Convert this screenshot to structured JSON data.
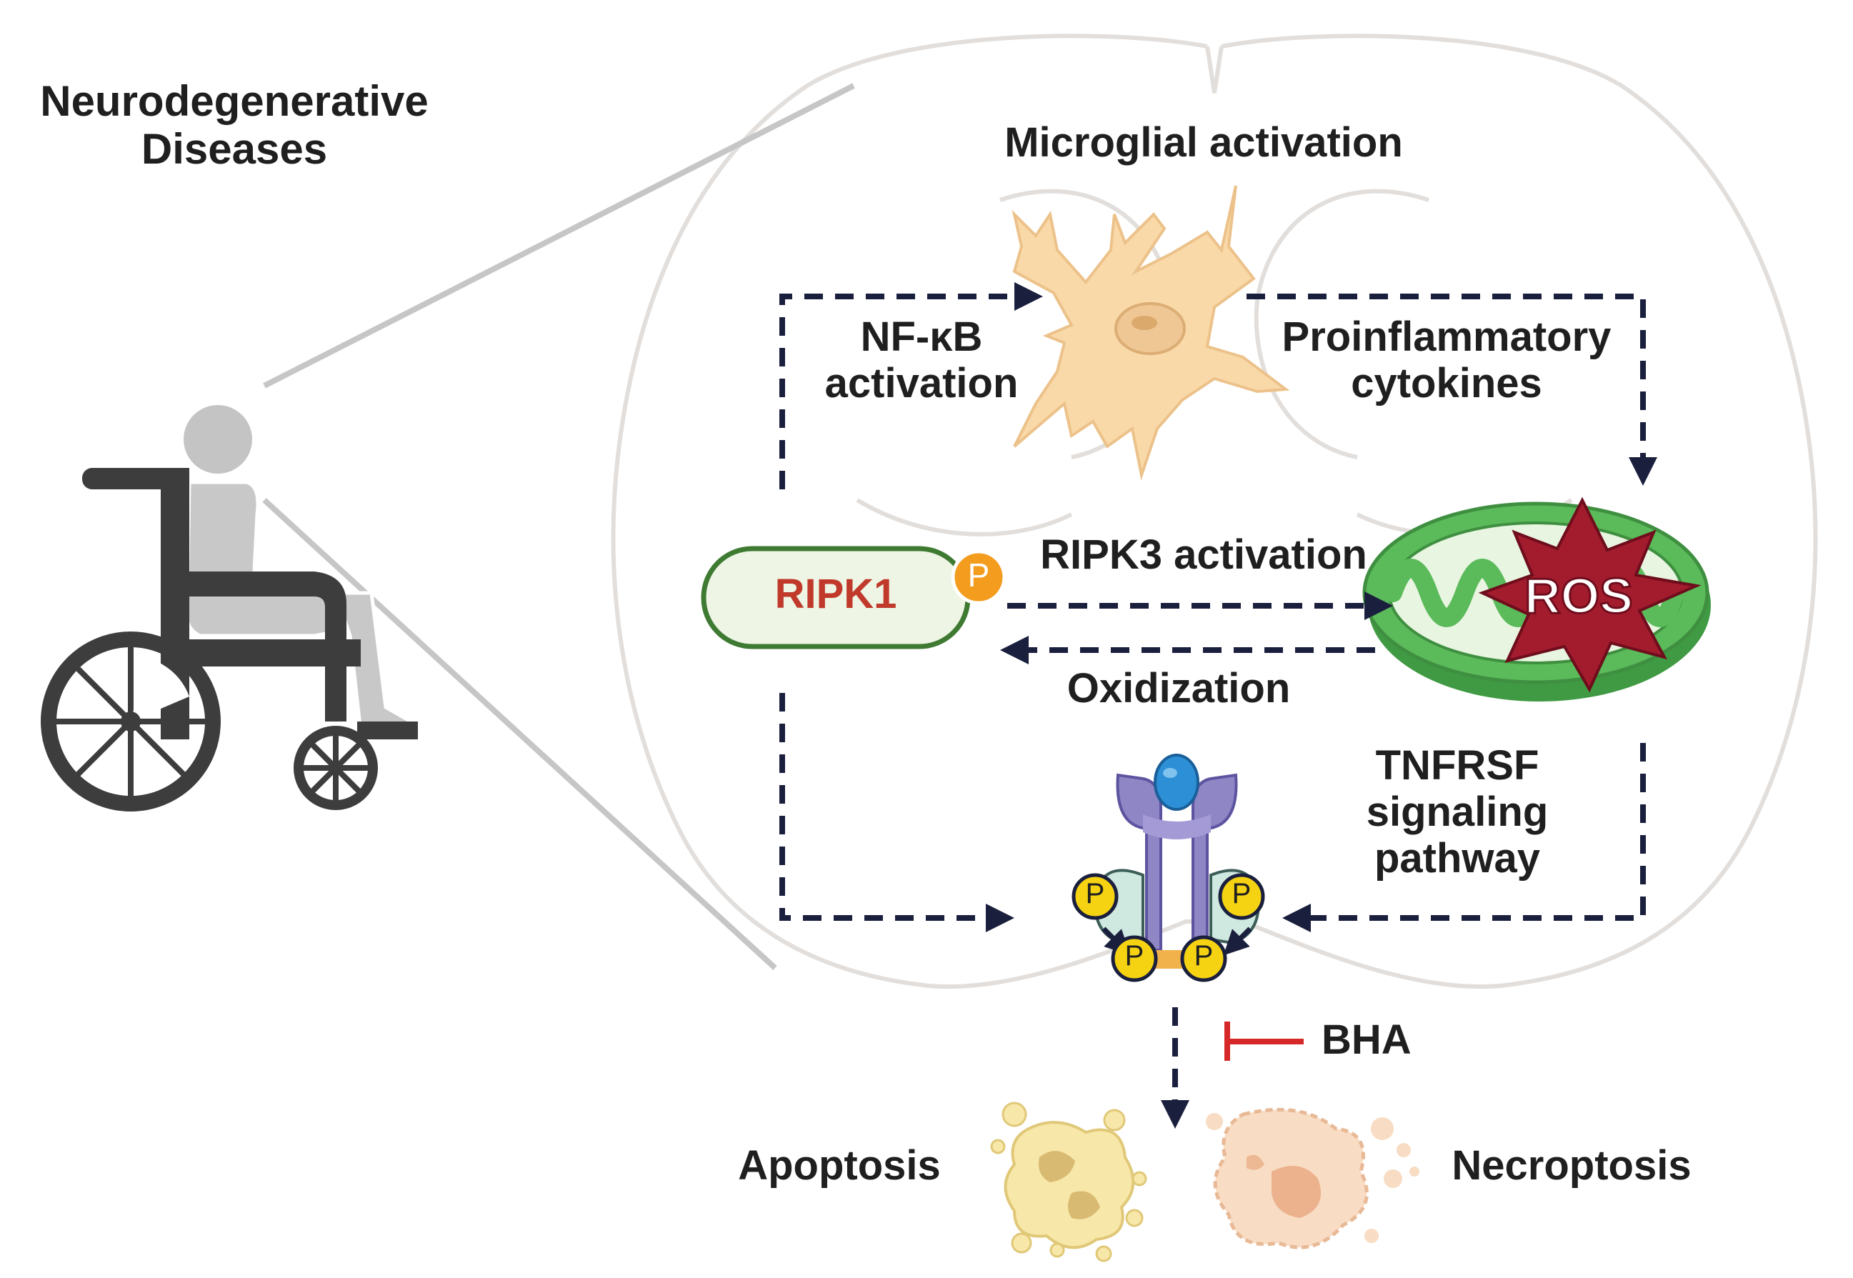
{
  "title": {
    "line1": "Neurodegenerative",
    "line2": "Diseases"
  },
  "labels": {
    "microglial": "Microglial activation",
    "nfkb_line1": "NF-κB",
    "nfkb_line2": "activation",
    "cytokines_line1": "Proinflammatory",
    "cytokines_line2": "cytokines",
    "ripk3": "RIPK3 activation",
    "oxidization": "Oxidization",
    "tnfrsf_line1": "TNFRSF",
    "tnfrsf_line2": "signaling",
    "tnfrsf_line3": "pathway",
    "bha": "BHA",
    "apoptosis": "Apoptosis",
    "necroptosis": "Necroptosis"
  },
  "nodes": {
    "ripk1": "RIPK1",
    "ros": "ROS",
    "phospho": "P"
  },
  "colors": {
    "arrow": "#1a1f3d",
    "inhibit": "#d62828",
    "ripk1_fill": "#eef5e4",
    "ripk1_border": "#3f7a33",
    "ripk1_text": "#c0392b",
    "mito_outer": "#4aa84c",
    "ros_star": "#a31c2e",
    "microglia": "#f9d9a8",
    "receptor": "#8f86c6",
    "phospho_fill": "#f5d312",
    "ripk1_p_fill": "#f39c1e",
    "brain_outline": "#e0dcd8",
    "person": "#c4c4c4",
    "wheelchair": "#3d3d3d"
  }
}
